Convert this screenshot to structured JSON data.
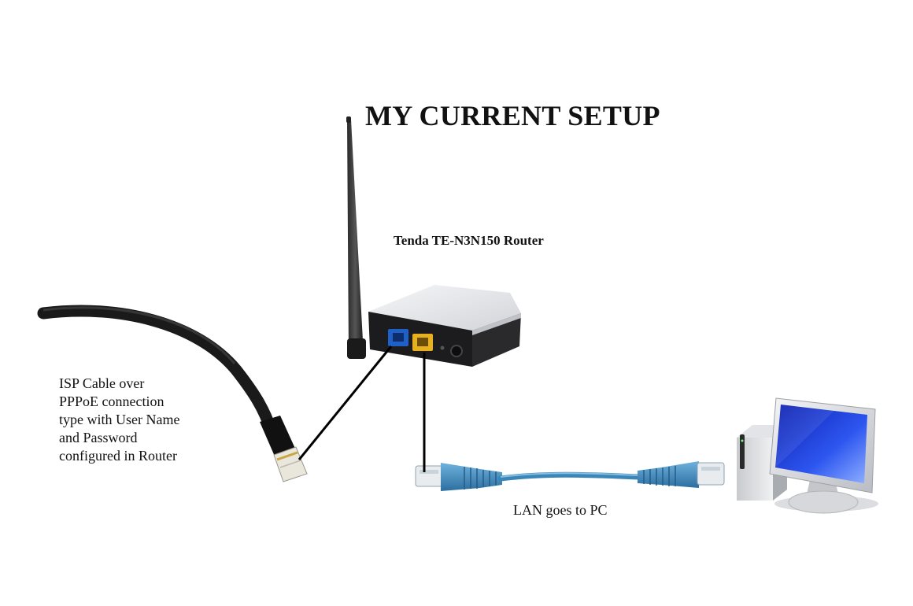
{
  "title": "MY CURRENT SETUP",
  "router": {
    "label": "Tenda TE-N3N150 Router"
  },
  "isp": {
    "lines": [
      "ISP Cable over",
      "PPPoE connection",
      "type with User Name",
      "and Password",
      "configured in Router"
    ]
  },
  "lan": {
    "label": "LAN goes to PC"
  },
  "colors": {
    "background": "#ffffff",
    "text": "#111111",
    "router_top": "#e6e7ea",
    "router_front": "#1c1c1e",
    "wan_port": "#1f5fc8",
    "lan_port": "#e6b020",
    "isp_cable": "#1a1a1a",
    "lan_cable": "#3a86b8",
    "connector_line": "#000000",
    "monitor_screen": "#1a3fd6"
  },
  "icons": [
    "antenna-icon",
    "router-icon",
    "ethernet-connector-icon",
    "desktop-pc-icon"
  ]
}
